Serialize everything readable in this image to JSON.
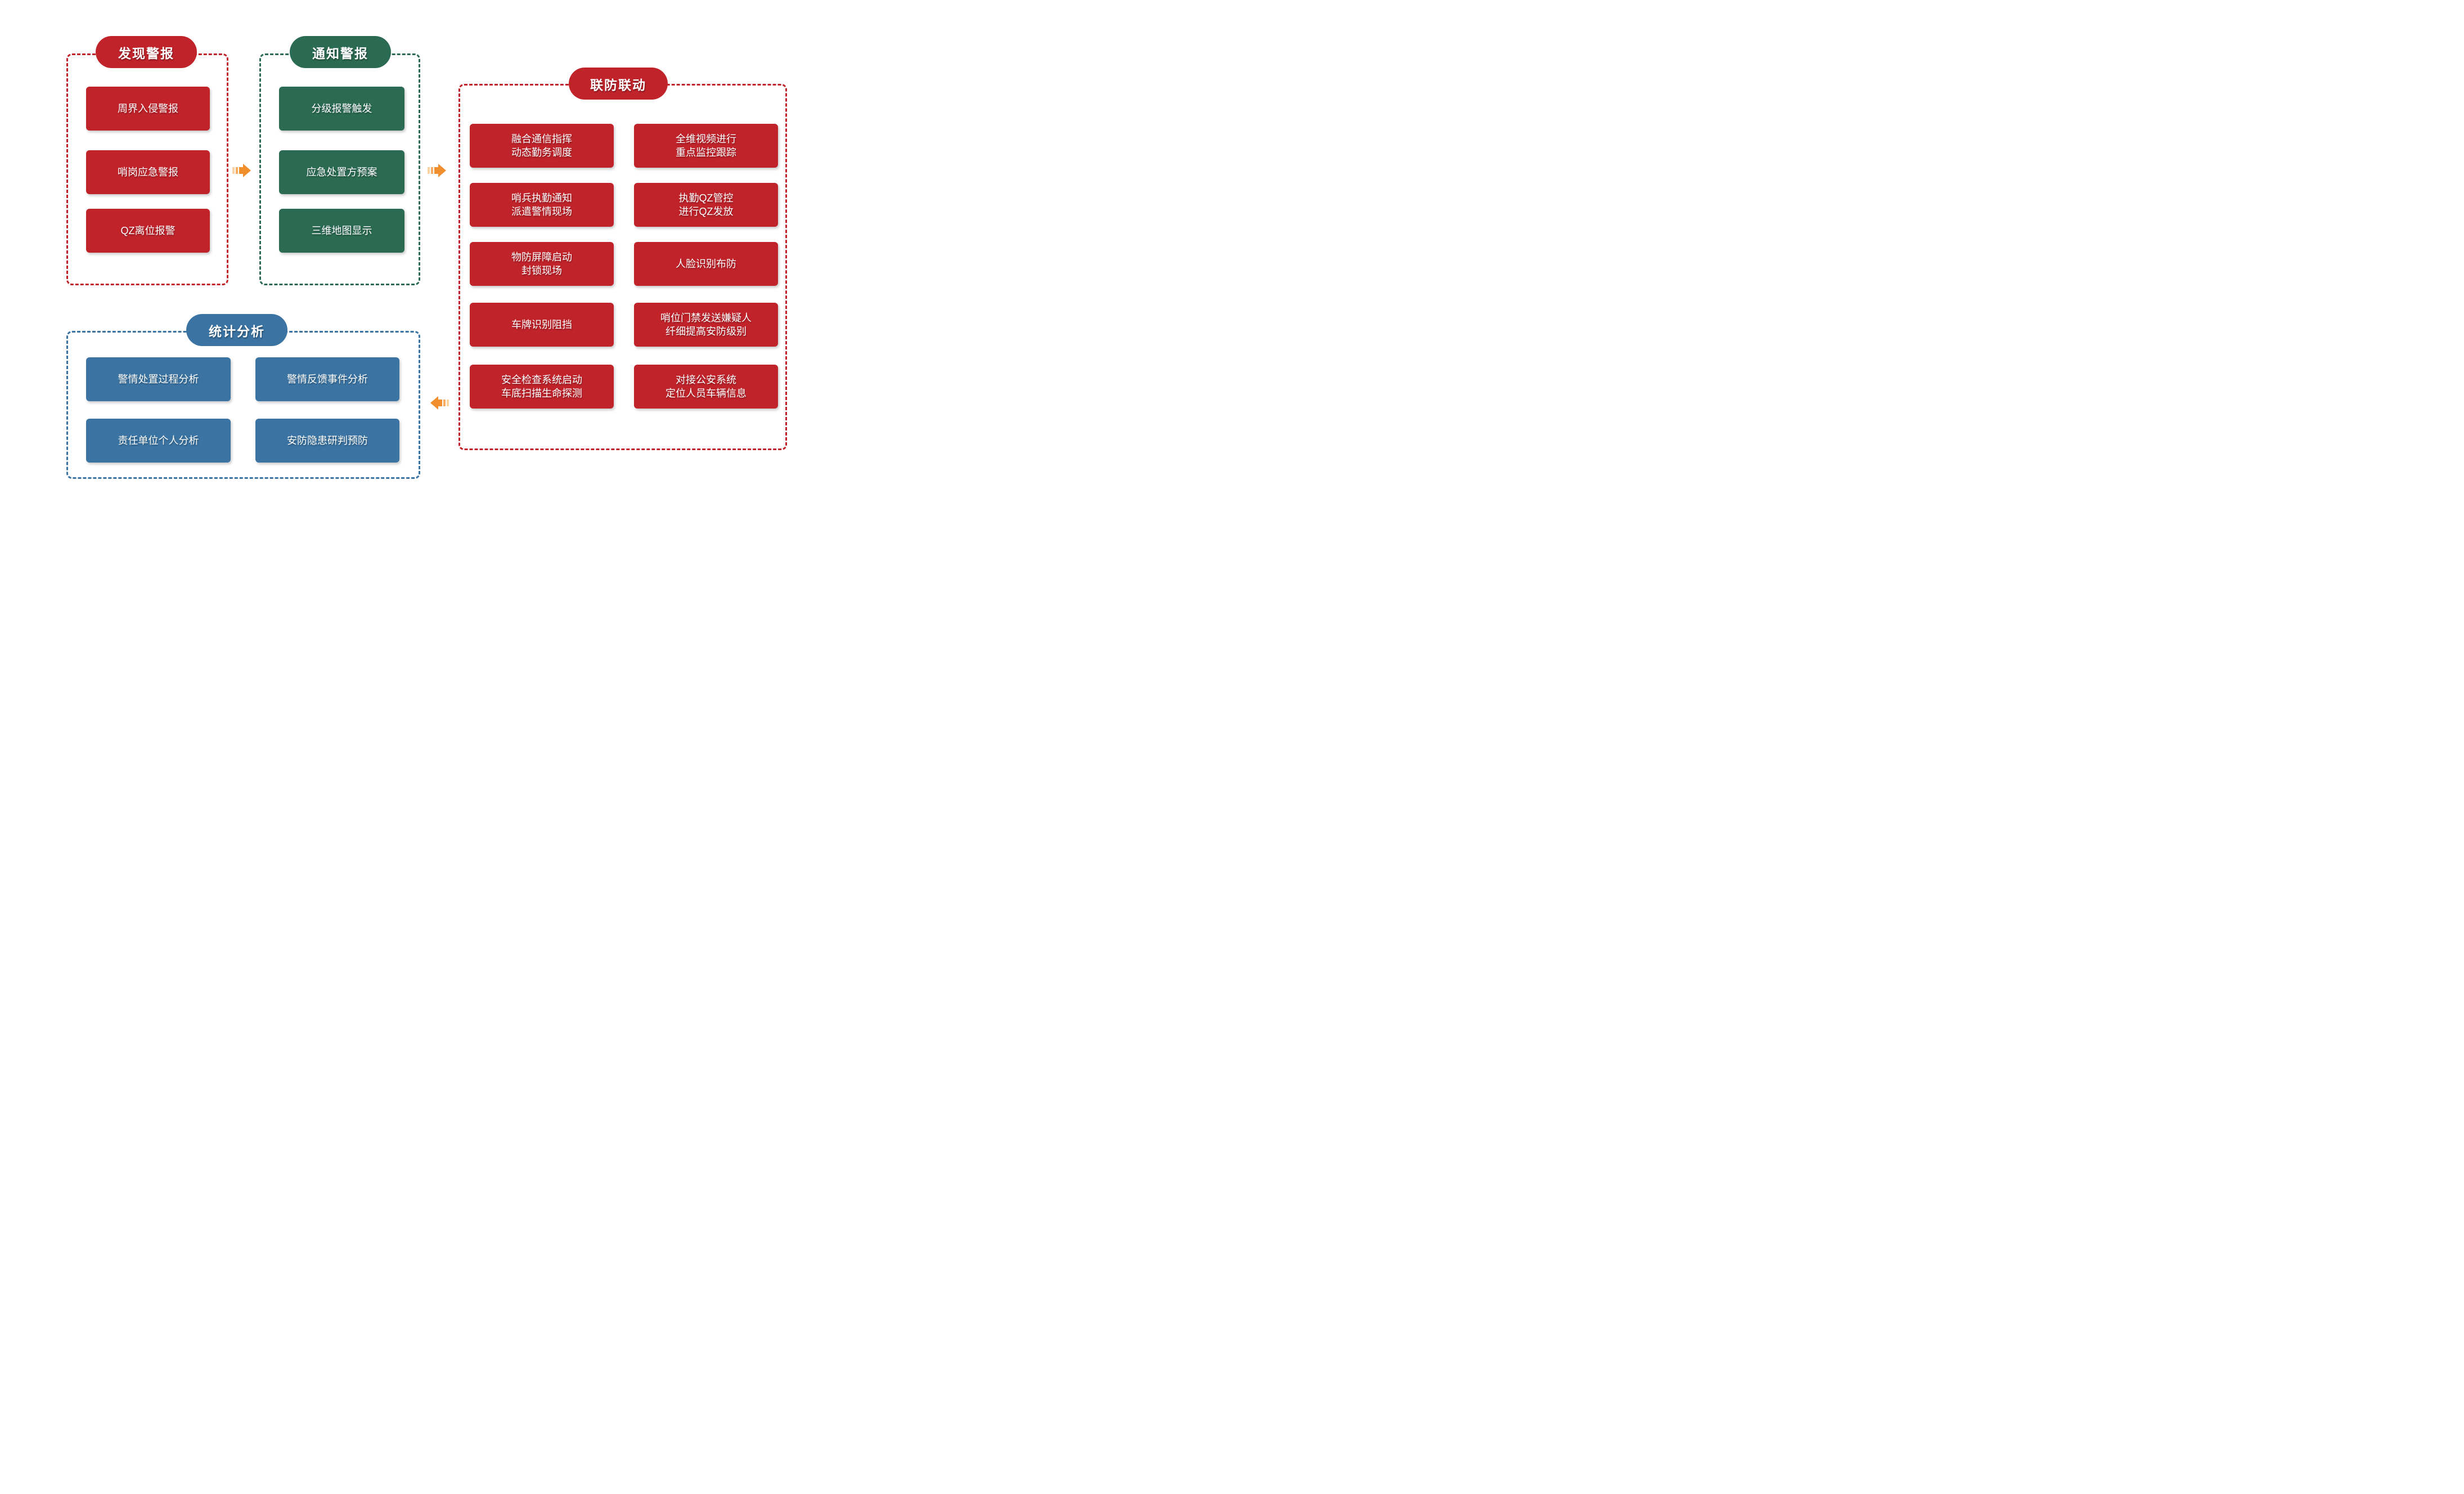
{
  "colors": {
    "red": "#c1232b",
    "green": "#2b6b53",
    "blue": "#3b74a3",
    "arrow_main": "#f18e2d",
    "arrow_stripe_mid": "#f7ac60",
    "arrow_stripe_light": "#fbd2a1",
    "background": "#ffffff",
    "text": "#ffffff"
  },
  "sections": {
    "discover": {
      "title": "发现警报",
      "items": [
        "周界入侵警报",
        "哨岗应急警报",
        "QZ离位报警"
      ]
    },
    "notify": {
      "title": "通知警报",
      "items": [
        "分级报警触发",
        "应急处置方预案",
        "三维地图显示"
      ]
    },
    "joint": {
      "title": "联防联动",
      "items": [
        "融合通信指挥\n动态勤务调度",
        "全维视频进行\n重点监控跟踪",
        "哨兵执勤通知\n派遣警情现场",
        "执勤QZ管控\n进行QZ发放",
        "物防屏障启动\n封锁现场",
        "人脸识别布防",
        "车牌识别阻挡",
        "哨位门禁发送嫌疑人\n纤细提高安防级别",
        "安全检查系统启动\n车底扫描生命探测",
        "对接公安系统\n定位人员车辆信息"
      ]
    },
    "stats": {
      "title": "统计分析",
      "items": [
        "警情处置过程分析",
        "警情反馈事件分析",
        "责任单位个人分析",
        "安防隐患研判预防"
      ]
    }
  },
  "arrows": [
    {
      "name": "discover-to-notify",
      "direction": "right"
    },
    {
      "name": "notify-to-joint",
      "direction": "right"
    },
    {
      "name": "joint-to-stats",
      "direction": "left"
    }
  ]
}
